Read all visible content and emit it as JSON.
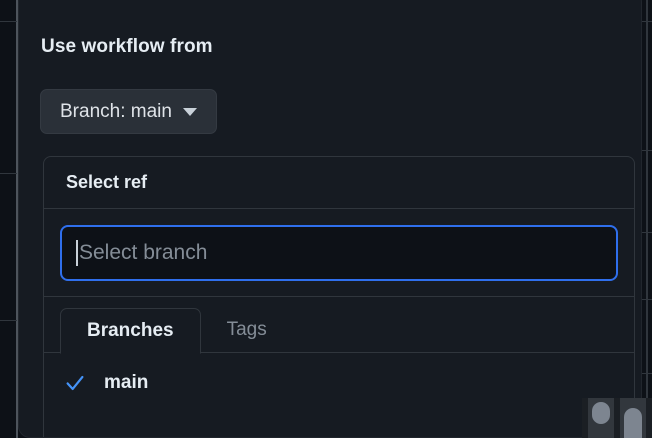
{
  "dialog": {
    "heading": "Use workflow from",
    "branch_button": {
      "label": "Branch: main",
      "icon": "chevron-down-icon"
    }
  },
  "ref_picker": {
    "title": "Select ref",
    "filter": {
      "value": "",
      "placeholder": "Select branch"
    },
    "tabs": [
      {
        "label": "Branches",
        "active": true
      },
      {
        "label": "Tags",
        "active": false
      }
    ],
    "items": [
      {
        "label": "main",
        "selected": true,
        "icon": "check-icon"
      }
    ]
  },
  "colors": {
    "accent_blue": "#2f6fed",
    "check_blue": "#4493f8",
    "panel_bg": "#161b22",
    "page_bg": "#0d1117",
    "border": "#30363d",
    "text_primary": "#e6edf3",
    "text_muted": "#848d97"
  }
}
